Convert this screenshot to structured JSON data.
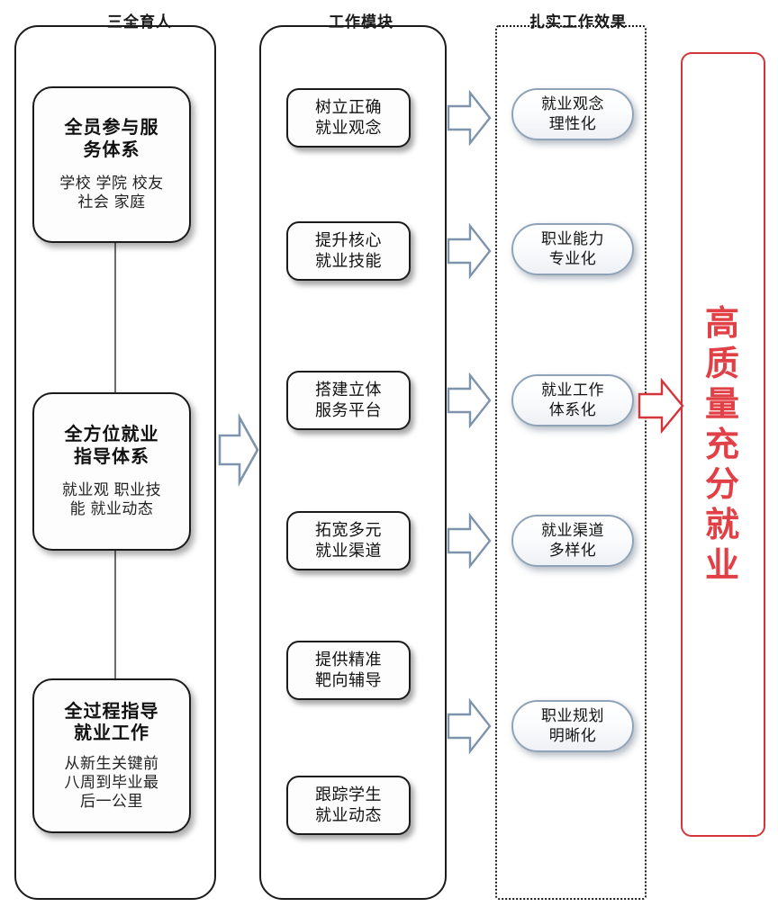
{
  "columns": {
    "headers": [
      {
        "id": "header-1",
        "label": "三全育人"
      },
      {
        "id": "header-2",
        "label": "工作模块"
      },
      {
        "id": "header-3",
        "label": "扎实工作效果"
      }
    ]
  },
  "system_cards": [
    {
      "id": "card-1",
      "title_line1": "全员参与服",
      "title_line2": "务体系",
      "sub_line1": "学校 学院 校友",
      "sub_line2": "社会 家庭"
    },
    {
      "id": "card-2",
      "title_line1": "全方位就业",
      "title_line2": "指导体系",
      "sub_line1": "就业观 职业技",
      "sub_line2": "能 就业动态"
    },
    {
      "id": "card-3",
      "title_line1": "全过程指导",
      "title_line2": "就业工作",
      "sub_line1": "从新生关键前",
      "sub_line2": "八周到毕业最",
      "sub_line3": "后一公里"
    }
  ],
  "modules": [
    {
      "id": "module-1",
      "line1": "树立正确",
      "line2": "就业观念"
    },
    {
      "id": "module-2",
      "line1": "提升核心",
      "line2": "就业技能"
    },
    {
      "id": "module-3",
      "line1": "搭建立体",
      "line2": "服务平台"
    },
    {
      "id": "module-4",
      "line1": "拓宽多元",
      "line2": "就业渠道"
    },
    {
      "id": "module-5",
      "line1": "提供精准",
      "line2": "靶向辅导"
    },
    {
      "id": "module-6",
      "line1": "跟踪学生",
      "line2": "就业动态"
    }
  ],
  "effects": [
    {
      "id": "effect-1",
      "line1": "就业观念",
      "line2": "理性化"
    },
    {
      "id": "effect-2",
      "line1": "职业能力",
      "line2": "专业化"
    },
    {
      "id": "effect-3",
      "line1": "就业工作",
      "line2": "体系化"
    },
    {
      "id": "effect-4",
      "line1": "就业渠道",
      "line2": "多样化"
    },
    {
      "id": "effect-5",
      "line1": "职业规划",
      "line2": "明晰化"
    }
  ],
  "goal": {
    "chars": [
      "高",
      "质",
      "量",
      "充",
      "分",
      "就",
      "业"
    ],
    "text": "高质量充分就业"
  },
  "colors": {
    "outline": "#1b1b1b",
    "connector": "#6b6b6b",
    "pill_border": "#8fa3b8",
    "arrow_blue": "#7e94ac",
    "red": "#d5353a",
    "goal_text": "#e04046"
  }
}
